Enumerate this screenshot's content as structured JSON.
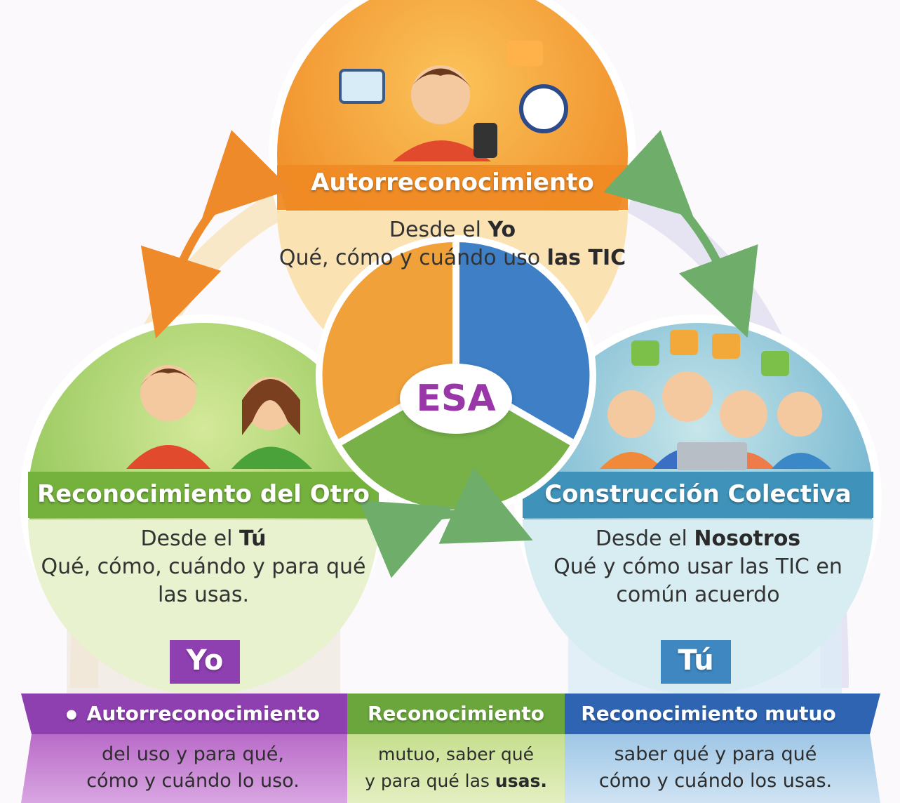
{
  "center": {
    "label": "ESA"
  },
  "top_circle": {
    "title": "Autorreconocimiento",
    "line1_prefix": "Desde el ",
    "line1_bold": "Yo",
    "line2_prefix": "Qué, cómo y cuándo uso ",
    "line2_bold": "las TIC"
  },
  "left_circle": {
    "title": "Reconocimiento del Otro",
    "line1_prefix": "Desde el ",
    "line1_bold": "Tú",
    "line2": "Qué, cómo, cuándo y para qué",
    "line3": "las usas."
  },
  "right_circle": {
    "title": "Construcción Colectiva",
    "line1_prefix": "Desde el ",
    "line1_bold": "Nosotros",
    "line2": "Qué y cómo usar las TIC en",
    "line3": "común acuerdo"
  },
  "tags": {
    "left": "Yo",
    "right": "Tú"
  },
  "bands": [
    {
      "head": "Autorreconocimiento",
      "line1": "del uso y para qué,",
      "line2": "cómo y cuándo lo uso."
    },
    {
      "head": "Reconocimiento",
      "line1": "mutuo, saber qué",
      "line2_prefix": "y para qué las ",
      "line2_bold": "usas."
    },
    {
      "head": "Reconocimiento mutuo",
      "line1": "saber qué y para qué",
      "line2": "cómo y cuándo los usas."
    }
  ],
  "colors": {
    "orange": "#ef8a1e",
    "green": "#7ab648",
    "blue": "#3f8fc4",
    "purple": "#8e3fb0"
  }
}
